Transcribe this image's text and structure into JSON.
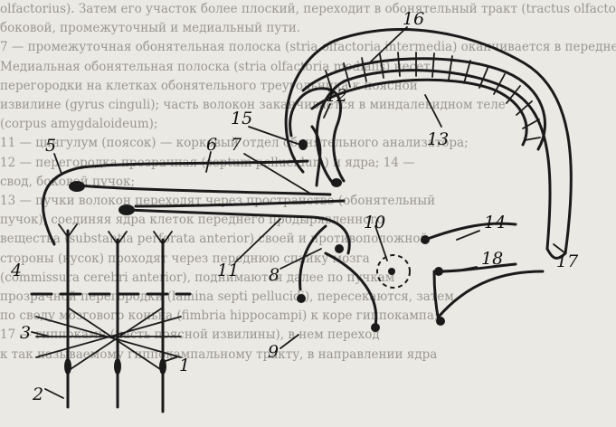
{
  "background_text": [
    "olfactorius). Затем его участок более плоский, переходит в обонятельный тракт (tractus olfactorius) и ведется на три пути —",
    "боковой, промежуточный и медиальный пути.",
    "7 — промежуточная обонятельная полоска (stria olfactoria intermedia) оканчивается в переднем продырявленном веществе.",
    "Медиальная обонятельная полоска (stria olfactoria medialis) несет",
    "перегородки на клетках обонятельного треугольника к поясной",
    "извилине (gyrus cinguli); часть волокон заканчивается в миндалевидном теле",
    "(corpus amygdaloideum);",
    "11 — цингулум (поясок) — корковый отдел обонятельного анализатора;",
    "12 — перегородка прозрачная (septum pellucidum) и ядра; 14 —",
    "свод, боковой пучок;",
    "13 — пучки волокон переходят через пространство (обонятельный",
    "пучок), соединяя ядра клеток переднего продырявленного",
    "вещества (substantia perforata anterior) своей и противоположной",
    "стороны (кусок) проходят через переднюю спайку мозга",
    "(commissura cerebri anterior), поднимаются далее по пучкам",
    "прозрачной перегородки (lamina septi pellucidi), пересекаются, затем",
    "по своду мозгового конька (fimbria hippocampi) к коре гиппокампа;",
    "17 — гиппокамп (часть поясной извилины), в нем переход",
    "к так называемому гиппокампальному тракту, в направлении ядра"
  ],
  "labels": {
    "l1": "1",
    "l2": "2",
    "l3": "3",
    "l4": "4",
    "l5": "5",
    "l6": "6",
    "l7": "7",
    "l8": "8",
    "l9": "9",
    "l10": "10",
    "l11": "11",
    "l12": "12",
    "l13": "13",
    "l14": "14",
    "l15": "15",
    "l16": "16",
    "l17": "17",
    "l18": "18"
  },
  "colors": {
    "paper": "#ebe9e4",
    "ink": "#1a1a1a",
    "faint_text": "#9a9790"
  }
}
